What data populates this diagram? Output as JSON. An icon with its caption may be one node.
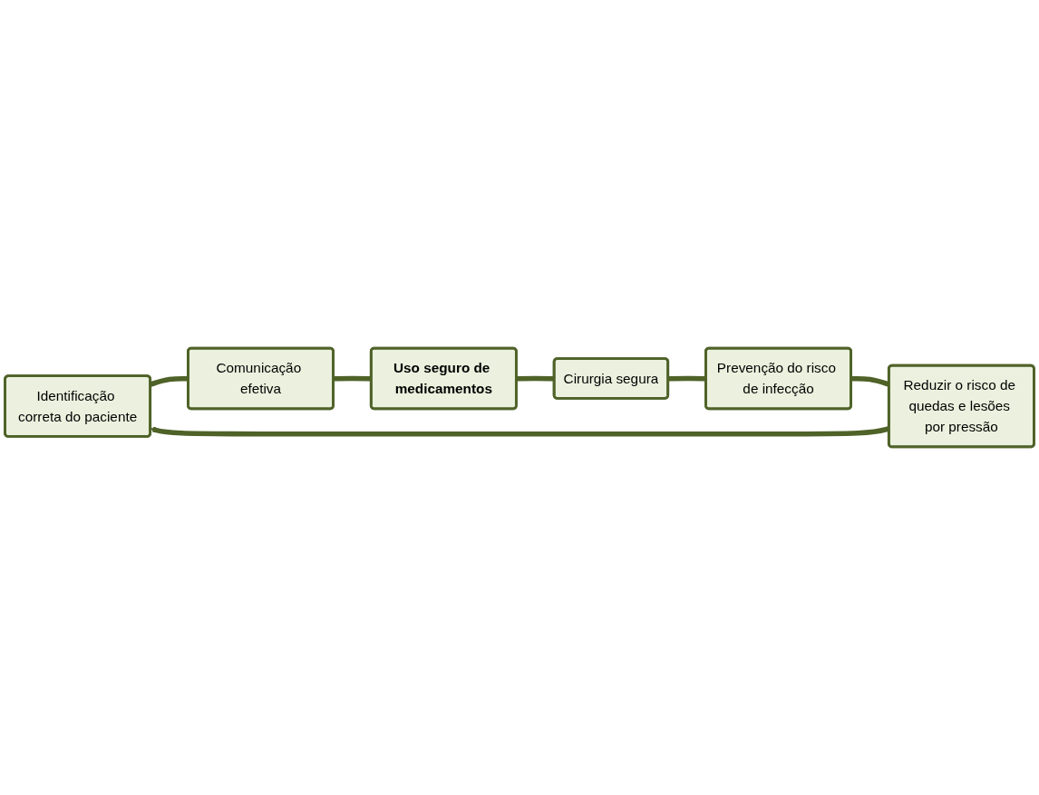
{
  "diagram": {
    "nodes": [
      {
        "text": [
          "Identificação correta do paciente"
        ]
      },
      {
        "text": [
          "Comunicação efetiva"
        ]
      },
      {
        "text": [
          "Uso seguro de medicamentos"
        ]
      },
      {
        "text": [
          "Cirurgia segura"
        ]
      },
      {
        "text": [
          "Prevenção do risco de infecção"
        ]
      },
      {
        "text": [
          "Reduzir o risco de quedas e lesões por pressão"
        ]
      }
    ],
    "edges": [
      {
        "from": 0,
        "to": 1,
        "arrow": "none"
      },
      {
        "from": 1,
        "to": 2,
        "arrow": "none"
      },
      {
        "from": 2,
        "to": 3,
        "arrow": "none"
      },
      {
        "from": 3,
        "to": 4,
        "arrow": "none"
      },
      {
        "from": 4,
        "to": 5,
        "arrow": "none"
      },
      {
        "from": 5,
        "to": 0,
        "arrow": "to"
      }
    ]
  }
}
